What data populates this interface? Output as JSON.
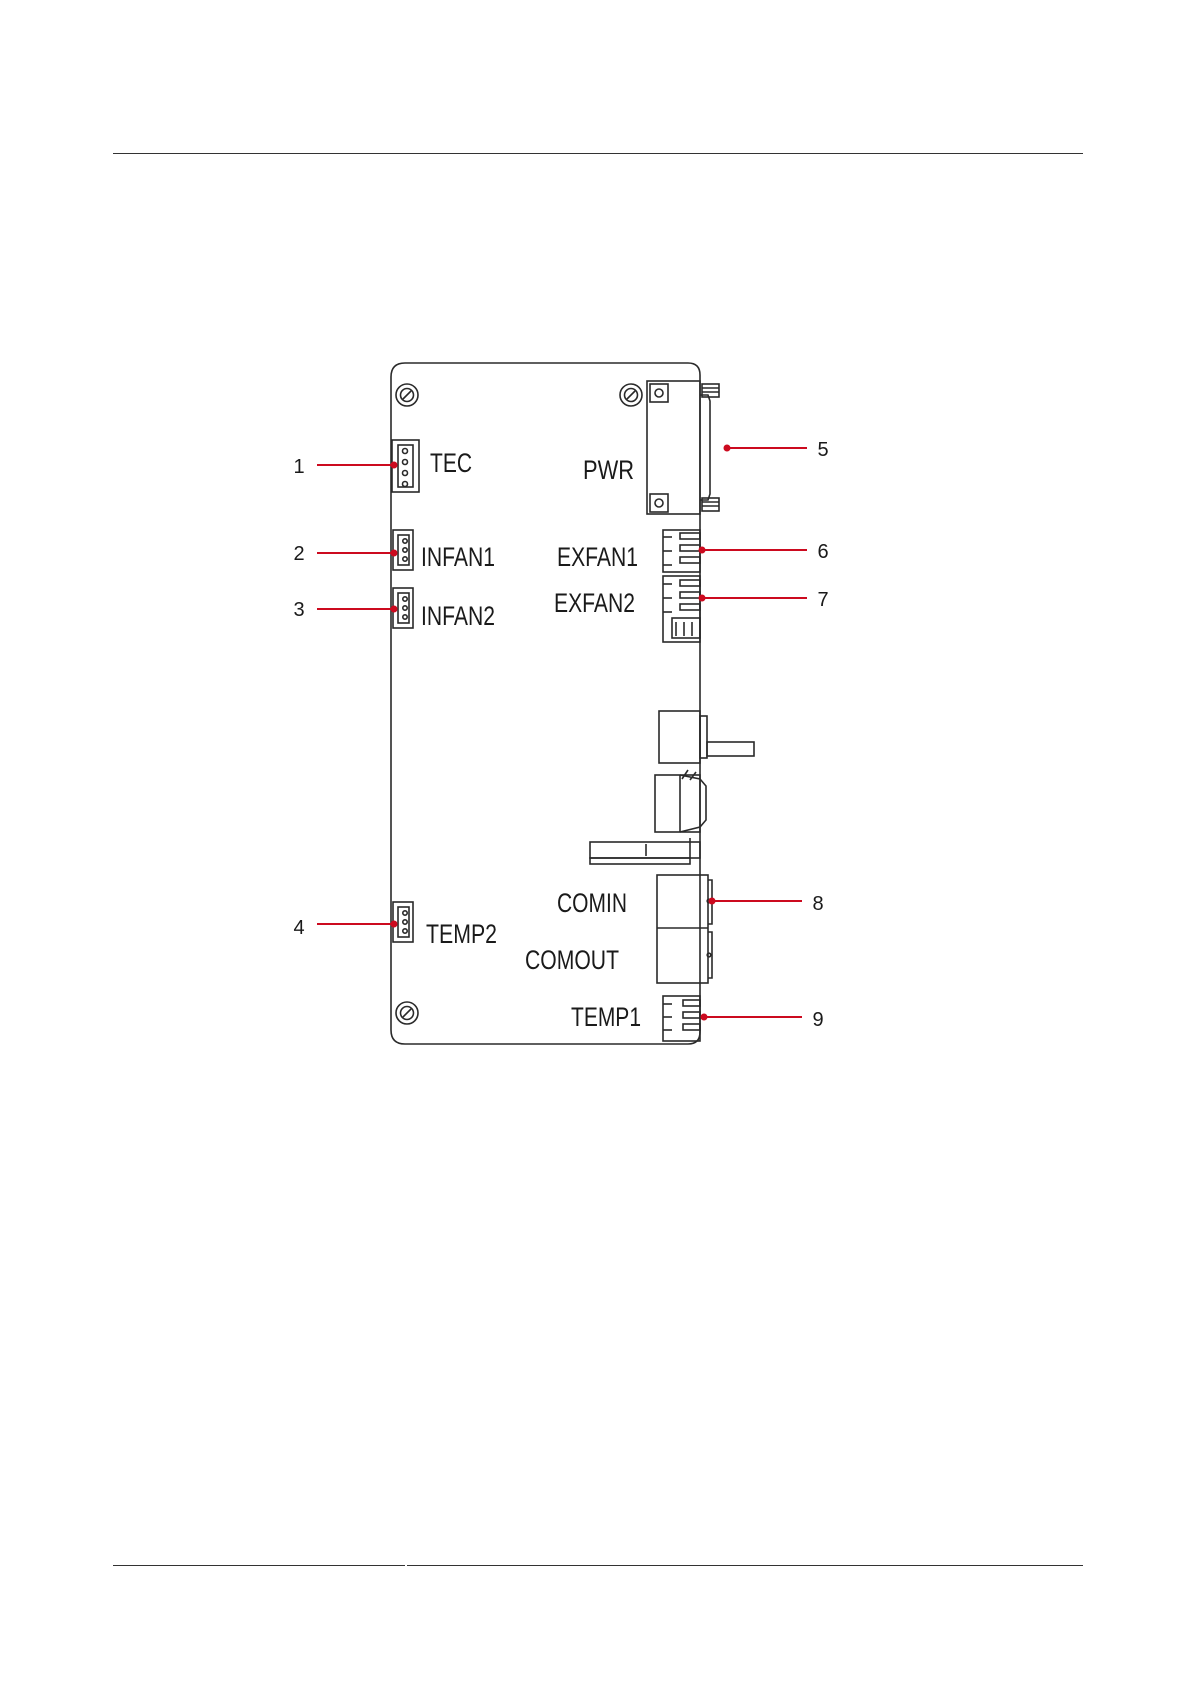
{
  "diagram": {
    "connectors": [
      {
        "id": "tec",
        "label": "TEC",
        "callout": "1"
      },
      {
        "id": "infan1",
        "label": "INFAN1",
        "callout": "2"
      },
      {
        "id": "infan2",
        "label": "INFAN2",
        "callout": "3"
      },
      {
        "id": "temp2",
        "label": "TEMP2",
        "callout": "4"
      },
      {
        "id": "pwr",
        "label": "PWR",
        "callout": "5"
      },
      {
        "id": "exfan1",
        "label": "EXFAN1",
        "callout": "6"
      },
      {
        "id": "exfan2",
        "label": "EXFAN2",
        "callout": "7"
      },
      {
        "id": "comin",
        "label": "COMIN",
        "callout": "8"
      },
      {
        "id": "comout",
        "label": "COMOUT"
      },
      {
        "id": "temp1",
        "label": "TEMP1",
        "callout": "9"
      }
    ],
    "colors": {
      "callout_line": "#cc0a1f",
      "outline": "#2a2a2a"
    }
  }
}
